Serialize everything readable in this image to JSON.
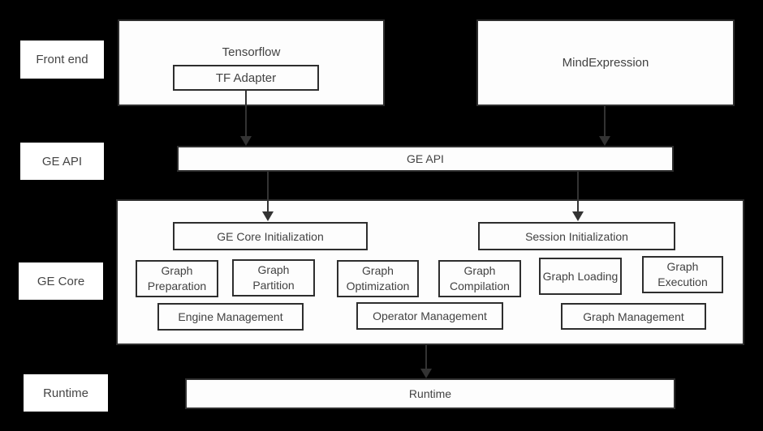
{
  "colors": {
    "background": "#000000",
    "box_fill": "#fdfdfd",
    "box_border": "#2e2e2e",
    "text": "#424242",
    "arrow": "#333333"
  },
  "row_labels": {
    "front_end": "Front end",
    "ge_api": "GE API",
    "ge_core": "GE Core",
    "runtime": "Runtime"
  },
  "front_end": {
    "tensorflow": {
      "title": "Tensorflow",
      "tf_adapter": "TF Adapter"
    },
    "mind_expression": "MindExpression"
  },
  "ge_api_bar": "GE API",
  "ge_core": {
    "init_boxes": [
      "GE Core Initialization",
      "Session Initialization"
    ],
    "stage_boxes": [
      "Graph Preparation",
      "Graph Partition",
      "Graph Optimization",
      "Graph Compilation",
      "Graph Loading",
      "Graph Execution"
    ],
    "management_boxes": [
      "Engine Management",
      "Operator Management",
      "Graph Management"
    ]
  },
  "runtime_bar": "Runtime"
}
